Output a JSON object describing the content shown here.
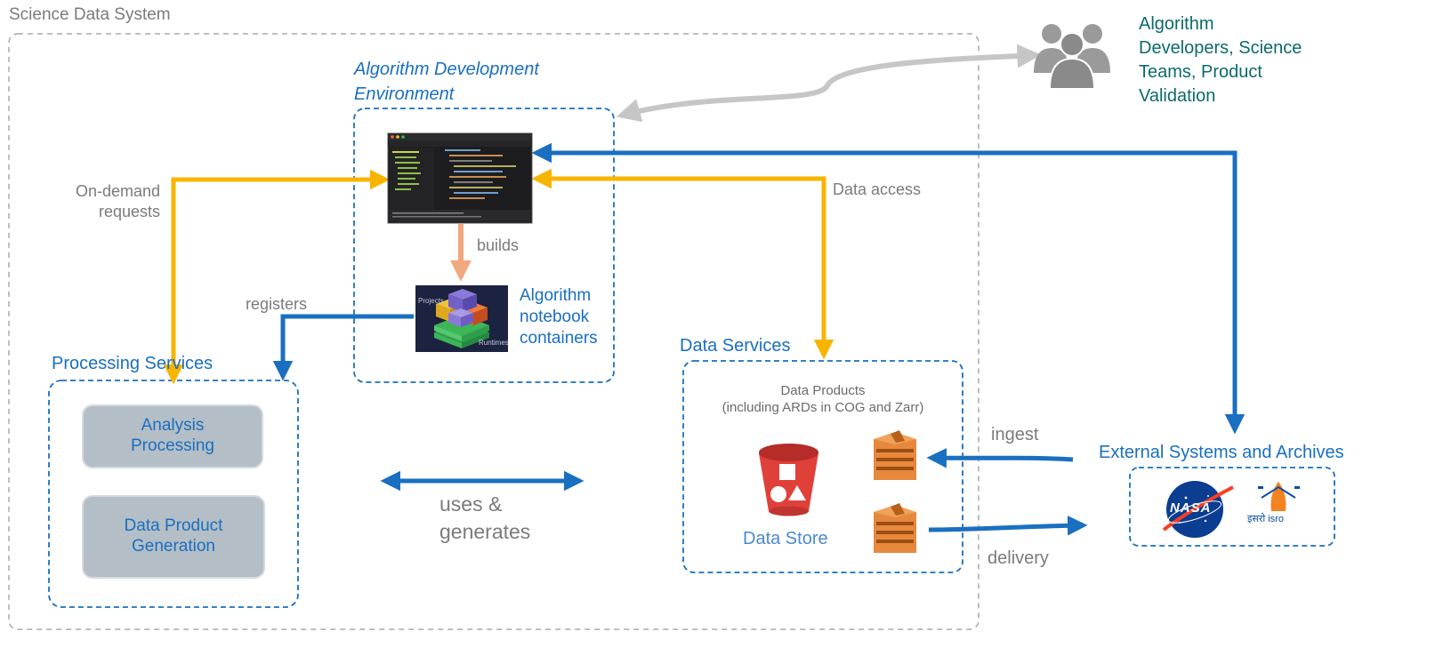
{
  "outer_title": "Science Data System",
  "users": {
    "label_lines": [
      "Algorithm",
      "Developers, Science",
      "Teams, Product",
      "Validation"
    ],
    "icon": "users-group-icon"
  },
  "ade": {
    "title_lines": [
      "Algorithm Development",
      "Environment"
    ],
    "ide_icon": "ide-screenshot-icon"
  },
  "containers": {
    "label_lines": [
      "Algorithm",
      "notebook",
      "containers"
    ],
    "icon": "containers-cube-icon",
    "icon_text_top": "Projects",
    "icon_text_bottom": "Runtimes"
  },
  "processing": {
    "title": "Processing Services",
    "cards": [
      {
        "lines": [
          "Analysis",
          "Processing"
        ]
      },
      {
        "lines": [
          "Data Product",
          "Generation"
        ]
      }
    ]
  },
  "data_services": {
    "title": "Data Services",
    "subtitle_lines": [
      "Data Products",
      "(including ARDs in COG and Zarr)"
    ],
    "store_label": "Data Store",
    "bucket_icon": "s3-bucket-icon",
    "gateway_icon": "aws-gateway-icon"
  },
  "external": {
    "title": "External Systems and Archives",
    "nasa_text": "NASA",
    "isro_text": "इसरो isro",
    "logos": [
      "nasa-logo",
      "isro-logo"
    ]
  },
  "flows": {
    "on_demand_lines": [
      "On-demand",
      "requests"
    ],
    "data_access": "Data access",
    "builds": "builds",
    "registers": "registers",
    "uses_lines": [
      "uses &",
      "generates"
    ],
    "ingest": "ingest",
    "delivery": "delivery"
  },
  "colors": {
    "blue": "#1a6fc0",
    "yellow": "#f7b500",
    "grey_arrow": "#c6c6c6",
    "salmon": "#f2a77e",
    "teal_text": "#0b6b69",
    "grey_text": "#7b7b7b",
    "card_bg": "#b4bec6"
  }
}
